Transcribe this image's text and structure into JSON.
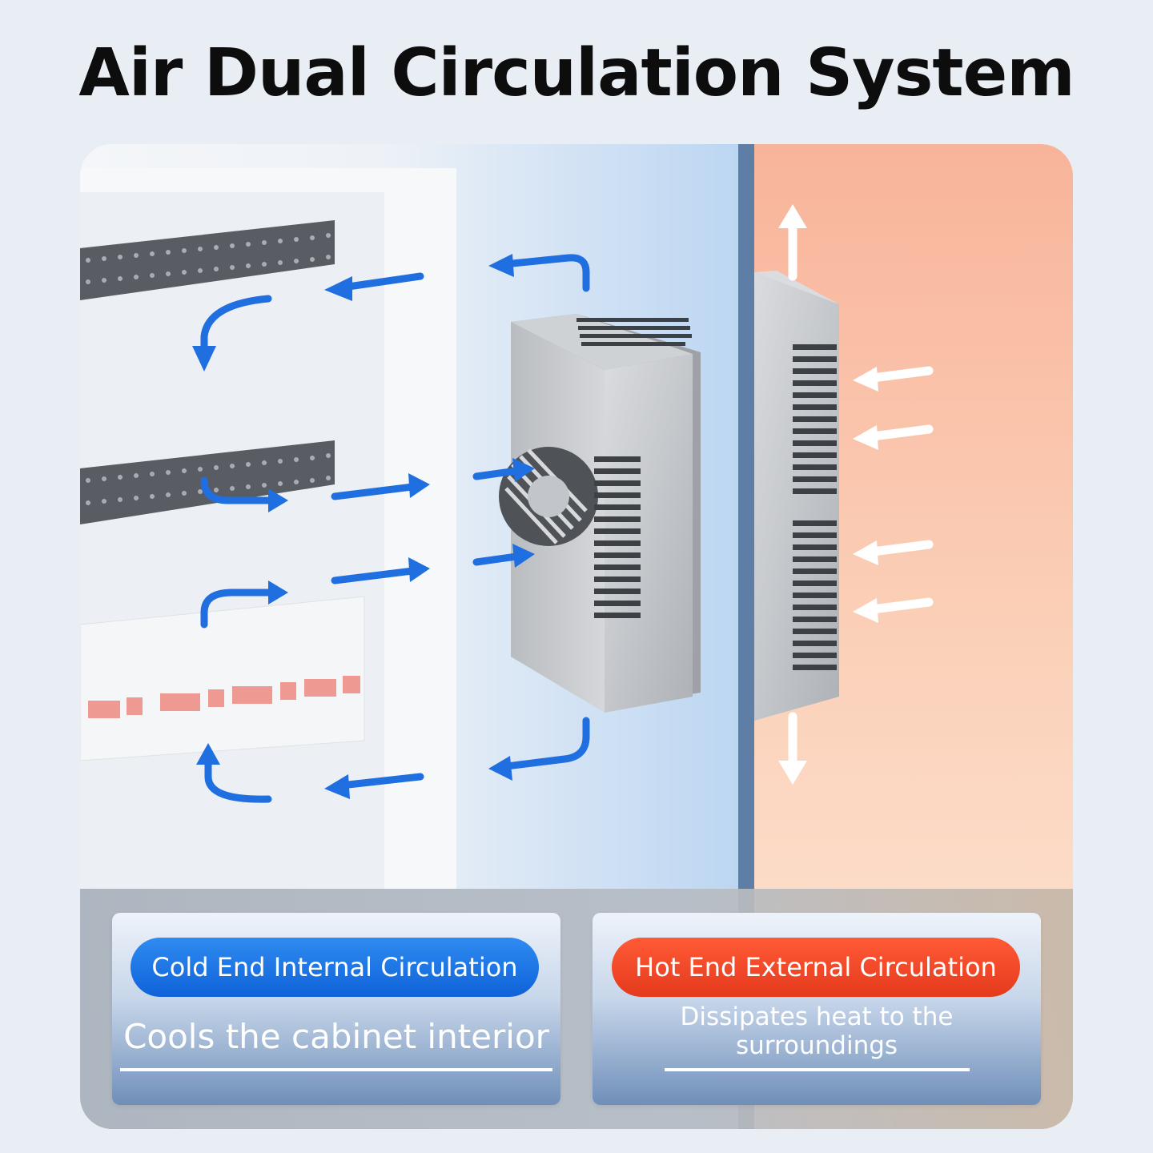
{
  "title": "Air Dual Circulation System",
  "cold": {
    "label": "Cold End Internal Circulation",
    "description": "Cools the cabinet interior",
    "color": "#1570e6"
  },
  "hot": {
    "label": "Hot End External Circulation",
    "description": "Dissipates heat to the surroundings",
    "color": "#f04a28"
  },
  "icons": {
    "cold_airflow": "blue-airflow-arrow-icon",
    "hot_airflow": "white-airflow-arrow-icon",
    "fan": "fan-grille-icon"
  }
}
